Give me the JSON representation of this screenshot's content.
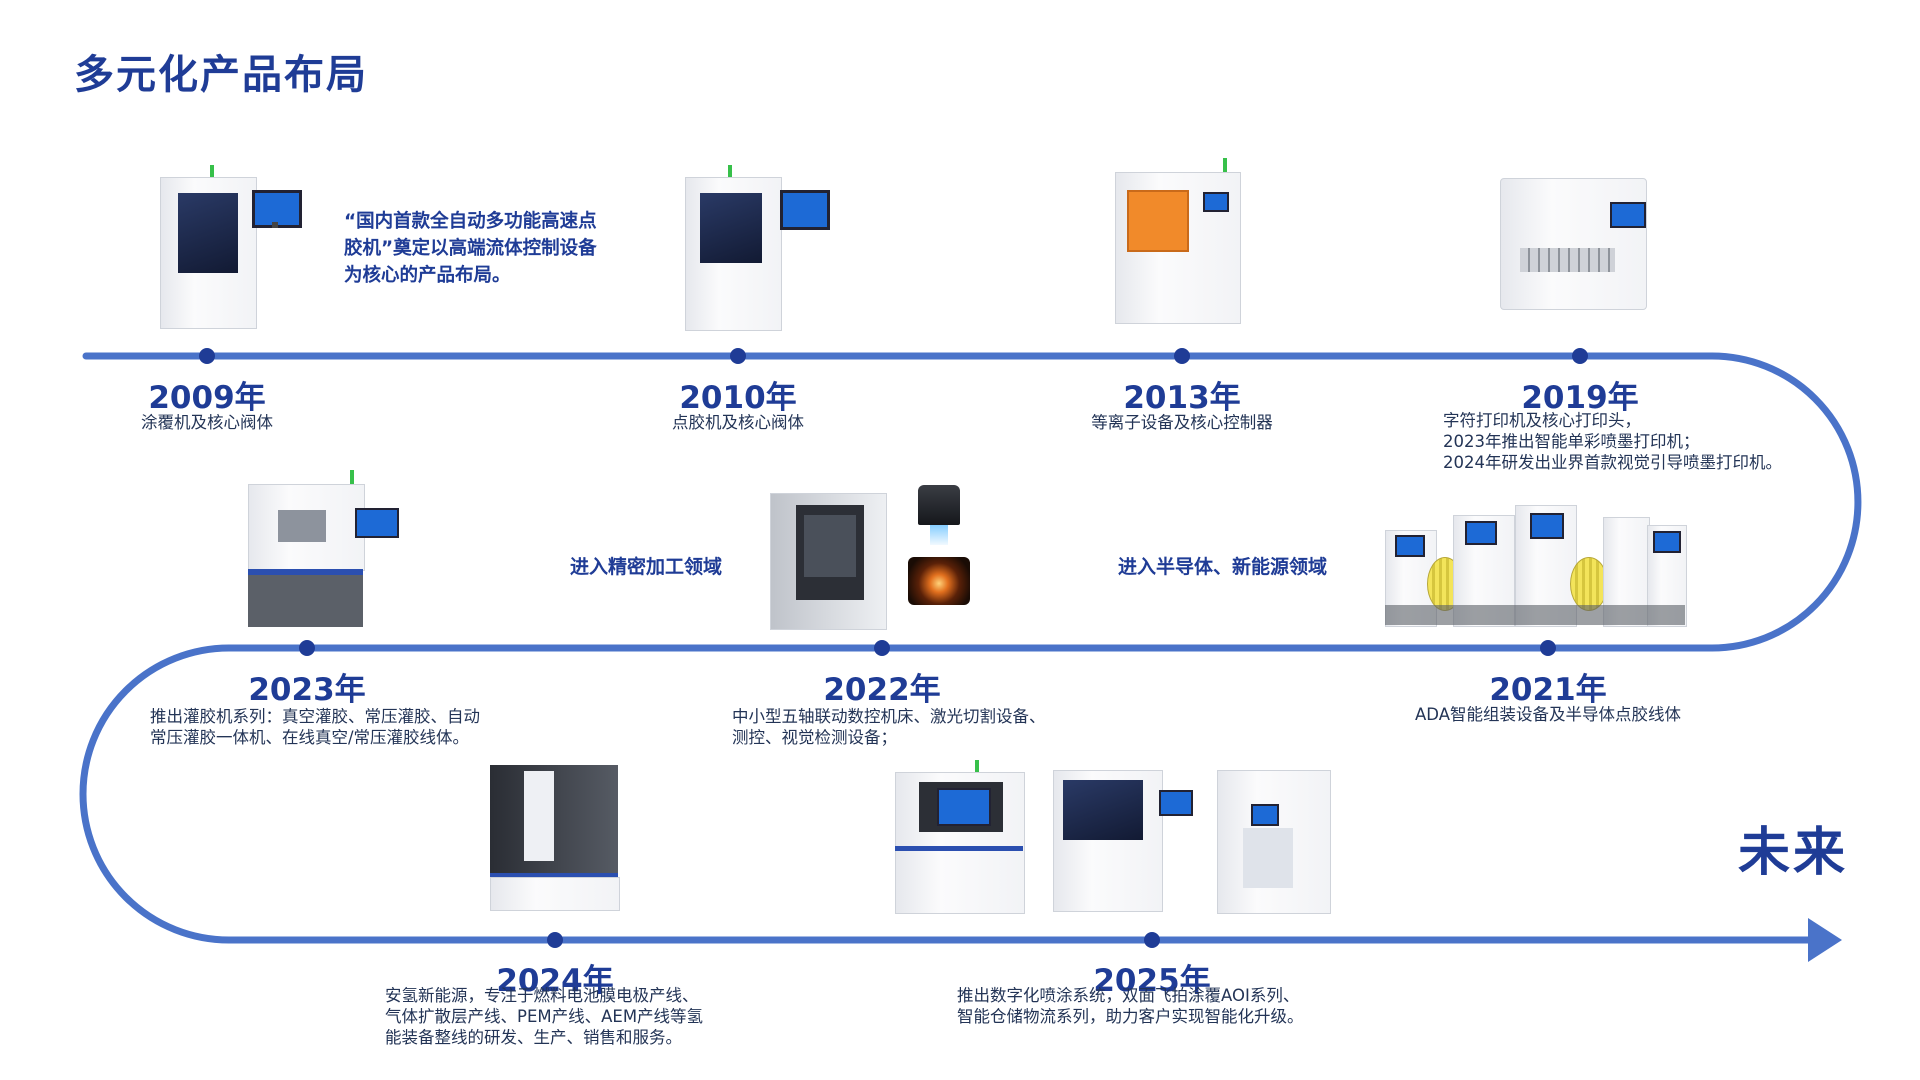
{
  "title": "多元化产品布局",
  "future_label": "未来",
  "quote_lines": [
    "“国内首款全自动多功能高速点",
    "胶机”奠定以高端流体控制设备",
    "为核心的产品布局。"
  ],
  "tags": {
    "precision": "进入精密加工领域",
    "semiconductor": "进入半导体、新能源领域"
  },
  "milestones": [
    {
      "id": "2009",
      "year": "2009年",
      "desc": [
        "涂覆机及核心阀体"
      ]
    },
    {
      "id": "2010",
      "year": "2010年",
      "desc": [
        "点胶机及核心阀体"
      ]
    },
    {
      "id": "2013",
      "year": "2013年",
      "desc": [
        "等离子设备及核心控制器"
      ]
    },
    {
      "id": "2019",
      "year": "2019年",
      "desc": [
        "字符打印机及核心打印头，",
        "2023年推出智能单彩喷墨打印机；",
        "2024年研发出业界首款视觉引导喷墨打印机。"
      ]
    },
    {
      "id": "2021",
      "year": "2021年",
      "desc": [
        "ADA智能组装设备及半导体点胶线体"
      ]
    },
    {
      "id": "2022",
      "year": "2022年",
      "desc": [
        "中小型五轴联动数控机床、激光切割设备、",
        "测控、视觉检测设备；"
      ]
    },
    {
      "id": "2023",
      "year": "2023年",
      "desc": [
        "推出灌胶机系列：真空灌胶、常压灌胶、自动",
        "常压灌胶一体机、在线真空/常压灌胶线体。"
      ]
    },
    {
      "id": "2024",
      "year": "2024年",
      "desc": [
        "安氢新能源，专注于燃料电池膜电极产线、",
        "气体扩散层产线、PEM产线、AEM产线等氢",
        "能装备整线的研发、生产、销售和服务。"
      ]
    },
    {
      "id": "2025",
      "year": "2025年",
      "desc": [
        "推出数字化喷涂系统，双面飞拍涂覆AOI系列、",
        "智能仓储物流系列，助力客户实现智能化升级。"
      ]
    }
  ],
  "colors": {
    "track": "#4a73c9",
    "dot": "#1f3c96",
    "title": "#1f3c96"
  }
}
